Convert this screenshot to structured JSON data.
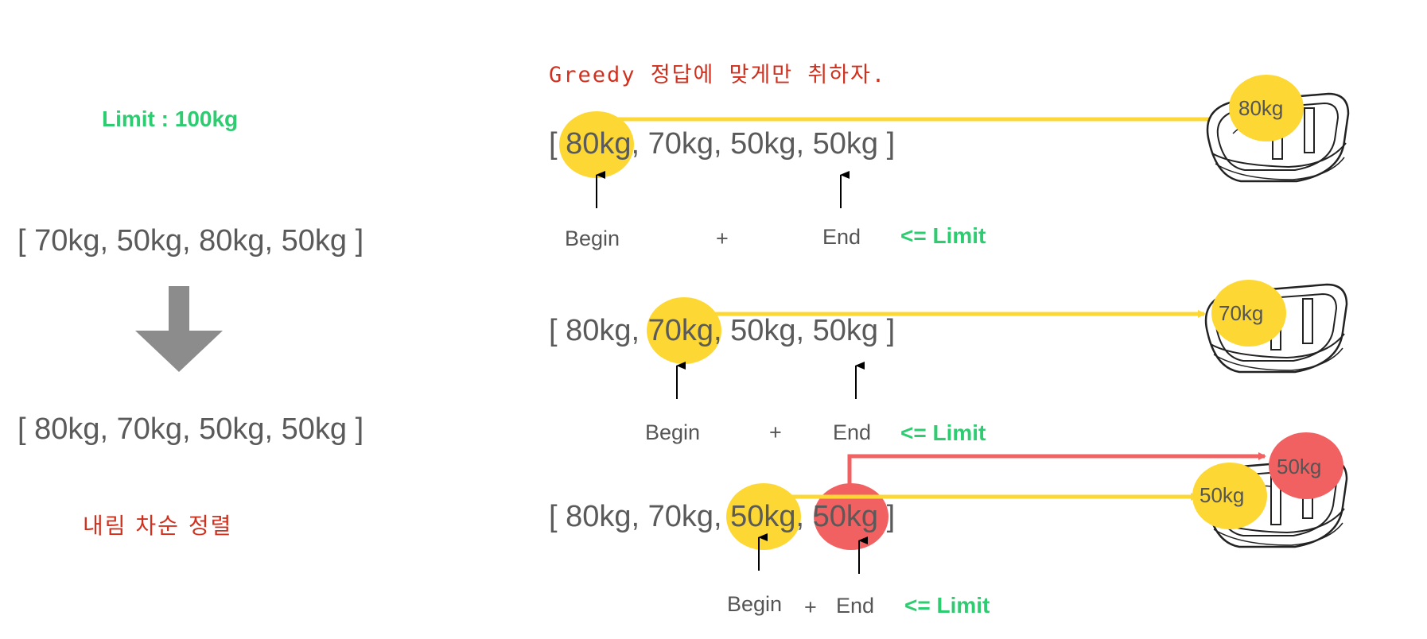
{
  "limit_label": "Limit : 100kg",
  "greedy_note": "Greedy 정답에 맞게만 취하자.",
  "sort_note": "내림 차순 정렬",
  "original_array": "[ 70kg, 50kg, 80kg, 50kg ]",
  "sorted_array": "[ 80kg, 70kg, 50kg, 50kg ]",
  "rows": [
    {
      "array": "[ 80kg, 70kg, 50kg, 50kg ]",
      "begin": "Begin",
      "plus": "+",
      "end": "End",
      "limit": "<= Limit",
      "boat_labels": [
        "80kg"
      ]
    },
    {
      "array": "[ 80kg, 70kg, 50kg, 50kg ]",
      "begin": "Begin",
      "plus": "+",
      "end": "End",
      "limit": "<= Limit",
      "boat_labels": [
        "70kg"
      ]
    },
    {
      "array": "[ 80kg, 70kg, 50kg, 50kg ]",
      "begin": "Begin",
      "plus": "+",
      "end": "End",
      "limit": "<= Limit",
      "boat_labels": [
        "50kg",
        "50kg"
      ]
    }
  ],
  "colors": {
    "yellow": "#fdd835",
    "red": "#f26161",
    "green": "#2ecc71",
    "korean_red": "#d0311f",
    "arrow_gray": "#8c8c8c"
  }
}
